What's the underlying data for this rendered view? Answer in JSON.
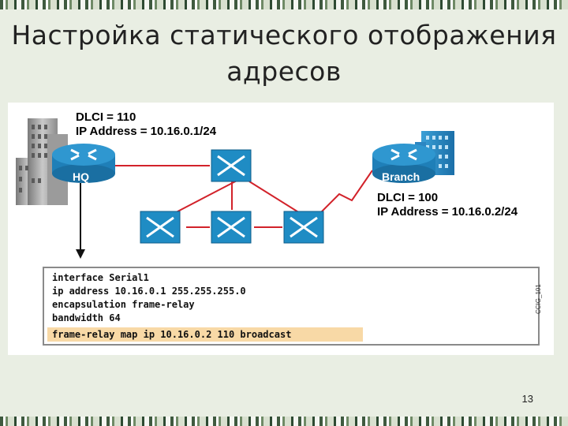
{
  "slide": {
    "title": "Настройка статического отображения адресов",
    "page_number": "13"
  },
  "hq": {
    "router_label": "HQ",
    "dlci": "DLCI = 110",
    "ip": "IP Address = 10.16.0.1/24"
  },
  "branch": {
    "router_label": "Branch",
    "dlci": "DLCI = 100",
    "ip": "IP Address = 10.16.0.2/24"
  },
  "config": {
    "lines": [
      "interface Serial1",
      "ip address 10.16.0.1 255.255.255.0",
      "encapsulation frame-relay",
      "bandwidth 64",
      "frame-relay map ip 10.16.0.2 110 broadcast"
    ],
    "highlighted_line_index": 4
  },
  "figure_id": "CCIG_101",
  "colors": {
    "router": "#1f7fb8",
    "switch": "#1f8cc4",
    "link": "#d2222a",
    "highlight": "#f8d9a6"
  }
}
